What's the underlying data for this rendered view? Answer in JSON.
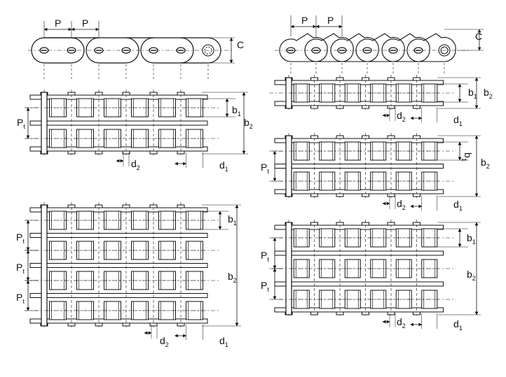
{
  "labels": {
    "pitch": "P",
    "clearance": "C",
    "inner_width": "b",
    "overall_width": "b",
    "roller_dia": "d",
    "pin_dia": "d",
    "transverse_pitch": "P",
    "sub_1": "1",
    "sub_2": "2",
    "sub_t": "t"
  },
  "colors": {
    "line": "#111111",
    "background": "#ffffff"
  }
}
